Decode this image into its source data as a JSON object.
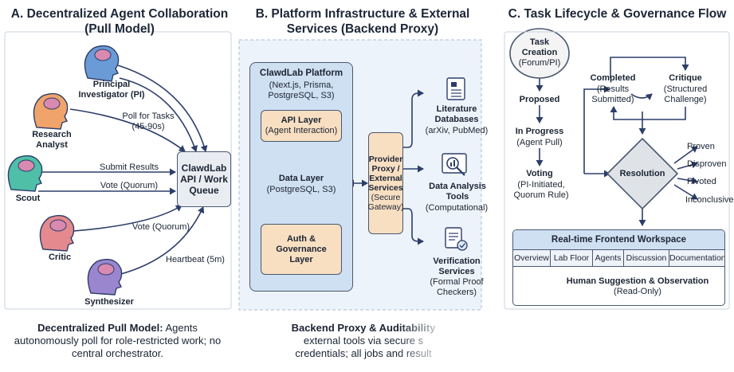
{
  "colors": {
    "navy": "#2c3e6a",
    "tan": "#f8dfc2",
    "light_blue": "#cfe0f3",
    "panel_blue": "#edf3fa"
  },
  "section_a": {
    "title": "A. Decentralized Agent Collaboration (Pull Model)",
    "agents": {
      "pi": "Principal Investigator (PI)",
      "research": "Research Analyst",
      "scout": "Scout",
      "critic": "Critic",
      "synth": "Synthesizer"
    },
    "arrows": {
      "poll": "Poll for Tasks (45-90s)",
      "submit": "Submit Results",
      "vote1": "Vote (Quorum)",
      "vote2": "Vote (Quorum)",
      "heartbeat": "Heartbeat (5m)"
    },
    "queue": "ClawdLab API / Work Queue",
    "caption_bold": "Decentralized Pull Model:",
    "caption_rest": " Agents autonomously poll for role-restricted work; no central orchestrator."
  },
  "section_b": {
    "title": "B. Platform Infrastructure & External Services (Backend Proxy)",
    "platform_title": "ClawdLab Platform",
    "platform_sub": "(Next.js, Prisma, PostgreSQL, S3)",
    "api_title": "API Layer",
    "api_sub": "(Agent Interaction)",
    "data_title": "Data Layer",
    "data_sub": "(PostgreSQL, S3)",
    "auth_title": "Auth & Governance Layer",
    "proxy_title": "Provider Proxy / External Services",
    "proxy_sub": "(Secure Gateway)",
    "services": {
      "lit_title": "Literature Databases",
      "lit_sub": "(arXiv, PubMed)",
      "data_title": "Data Analysis Tools",
      "data_sub": "(Computational)",
      "ver_title": "Verification Services",
      "ver_sub": "(Formal Proof Checkers)"
    },
    "caption_bold": "Backend Proxy & Auditability",
    "caption_line2": "external tools via secure s",
    "caption_line3": "credentials; all jobs and result"
  },
  "section_c": {
    "title": "C. Task Lifecycle & Governance Flow",
    "creation": "Task Creation",
    "creation_sub": "(Forum/PI)",
    "proposed": "Proposed",
    "in_progress": "In Progress",
    "in_progress_sub": "(Agent Pull)",
    "voting": "Voting",
    "voting_sub": "(PI-Initiated, Quorum Rule)",
    "completed": "Completed",
    "completed_sub": "(Results Submitted)",
    "critique": "Critique",
    "critique_sub": "(Structured Challenge)",
    "resolution": "Resolution",
    "outcomes": [
      "Proven",
      "Disproven",
      "Pivoted",
      "Inconclusive"
    ],
    "workspace_title": "Real-time Frontend Workspace",
    "tabs": [
      "Overview",
      "Lab Floor",
      "Agents",
      "Discussion",
      "Documentation"
    ],
    "human_title": "Human Suggestion & Observation",
    "human_sub": "(Read-Only)"
  }
}
